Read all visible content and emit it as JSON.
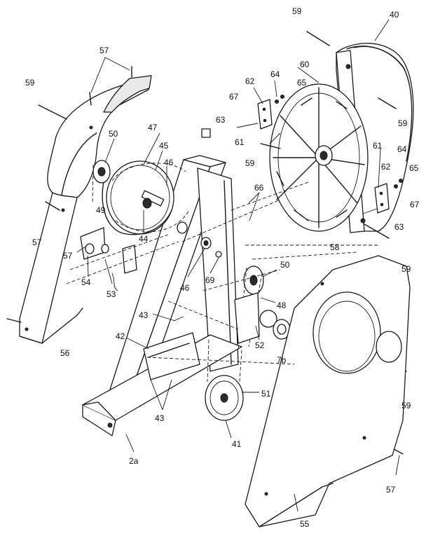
{
  "callouts": [
    {
      "id": "c59a",
      "text": "59"
    },
    {
      "id": "c40",
      "text": "40"
    },
    {
      "id": "c57a",
      "text": "57"
    },
    {
      "id": "c59b",
      "text": "59"
    },
    {
      "id": "c64a",
      "text": "64"
    },
    {
      "id": "c60",
      "text": "60"
    },
    {
      "id": "c62a",
      "text": "62"
    },
    {
      "id": "c65a",
      "text": "65"
    },
    {
      "id": "c67a",
      "text": "67"
    },
    {
      "id": "c59c",
      "text": "59"
    },
    {
      "id": "c63a",
      "text": "63"
    },
    {
      "id": "c47",
      "text": "47"
    },
    {
      "id": "c50a",
      "text": "50"
    },
    {
      "id": "c45",
      "text": "45"
    },
    {
      "id": "c61a",
      "text": "61"
    },
    {
      "id": "c59d",
      "text": "59"
    },
    {
      "id": "c46a",
      "text": "46"
    },
    {
      "id": "c61b",
      "text": "61"
    },
    {
      "id": "c64b",
      "text": "64"
    },
    {
      "id": "c62b",
      "text": "62"
    },
    {
      "id": "c65b",
      "text": "65"
    },
    {
      "id": "c66",
      "text": "66"
    },
    {
      "id": "c49",
      "text": "49"
    },
    {
      "id": "c57b",
      "text": "57"
    },
    {
      "id": "c67b",
      "text": "67"
    },
    {
      "id": "c63b",
      "text": "63"
    },
    {
      "id": "c44",
      "text": "44"
    },
    {
      "id": "c57c",
      "text": "57"
    },
    {
      "id": "c58",
      "text": "58"
    },
    {
      "id": "c59e",
      "text": "59"
    },
    {
      "id": "c50b",
      "text": "50"
    },
    {
      "id": "c46b",
      "text": "46"
    },
    {
      "id": "c69",
      "text": "69"
    },
    {
      "id": "c54",
      "text": "54"
    },
    {
      "id": "c53",
      "text": "53"
    },
    {
      "id": "c48",
      "text": "48"
    },
    {
      "id": "c43a",
      "text": "43"
    },
    {
      "id": "c52",
      "text": "52"
    },
    {
      "id": "c56",
      "text": "56"
    },
    {
      "id": "c42",
      "text": "42"
    },
    {
      "id": "c7b",
      "text": "7b"
    },
    {
      "id": "c51",
      "text": "51"
    },
    {
      "id": "c43b",
      "text": "43"
    },
    {
      "id": "c59f",
      "text": "59"
    },
    {
      "id": "c41",
      "text": "41"
    },
    {
      "id": "c57d",
      "text": "57"
    },
    {
      "id": "c2a",
      "text": "2a"
    },
    {
      "id": "c55",
      "text": "55"
    }
  ]
}
